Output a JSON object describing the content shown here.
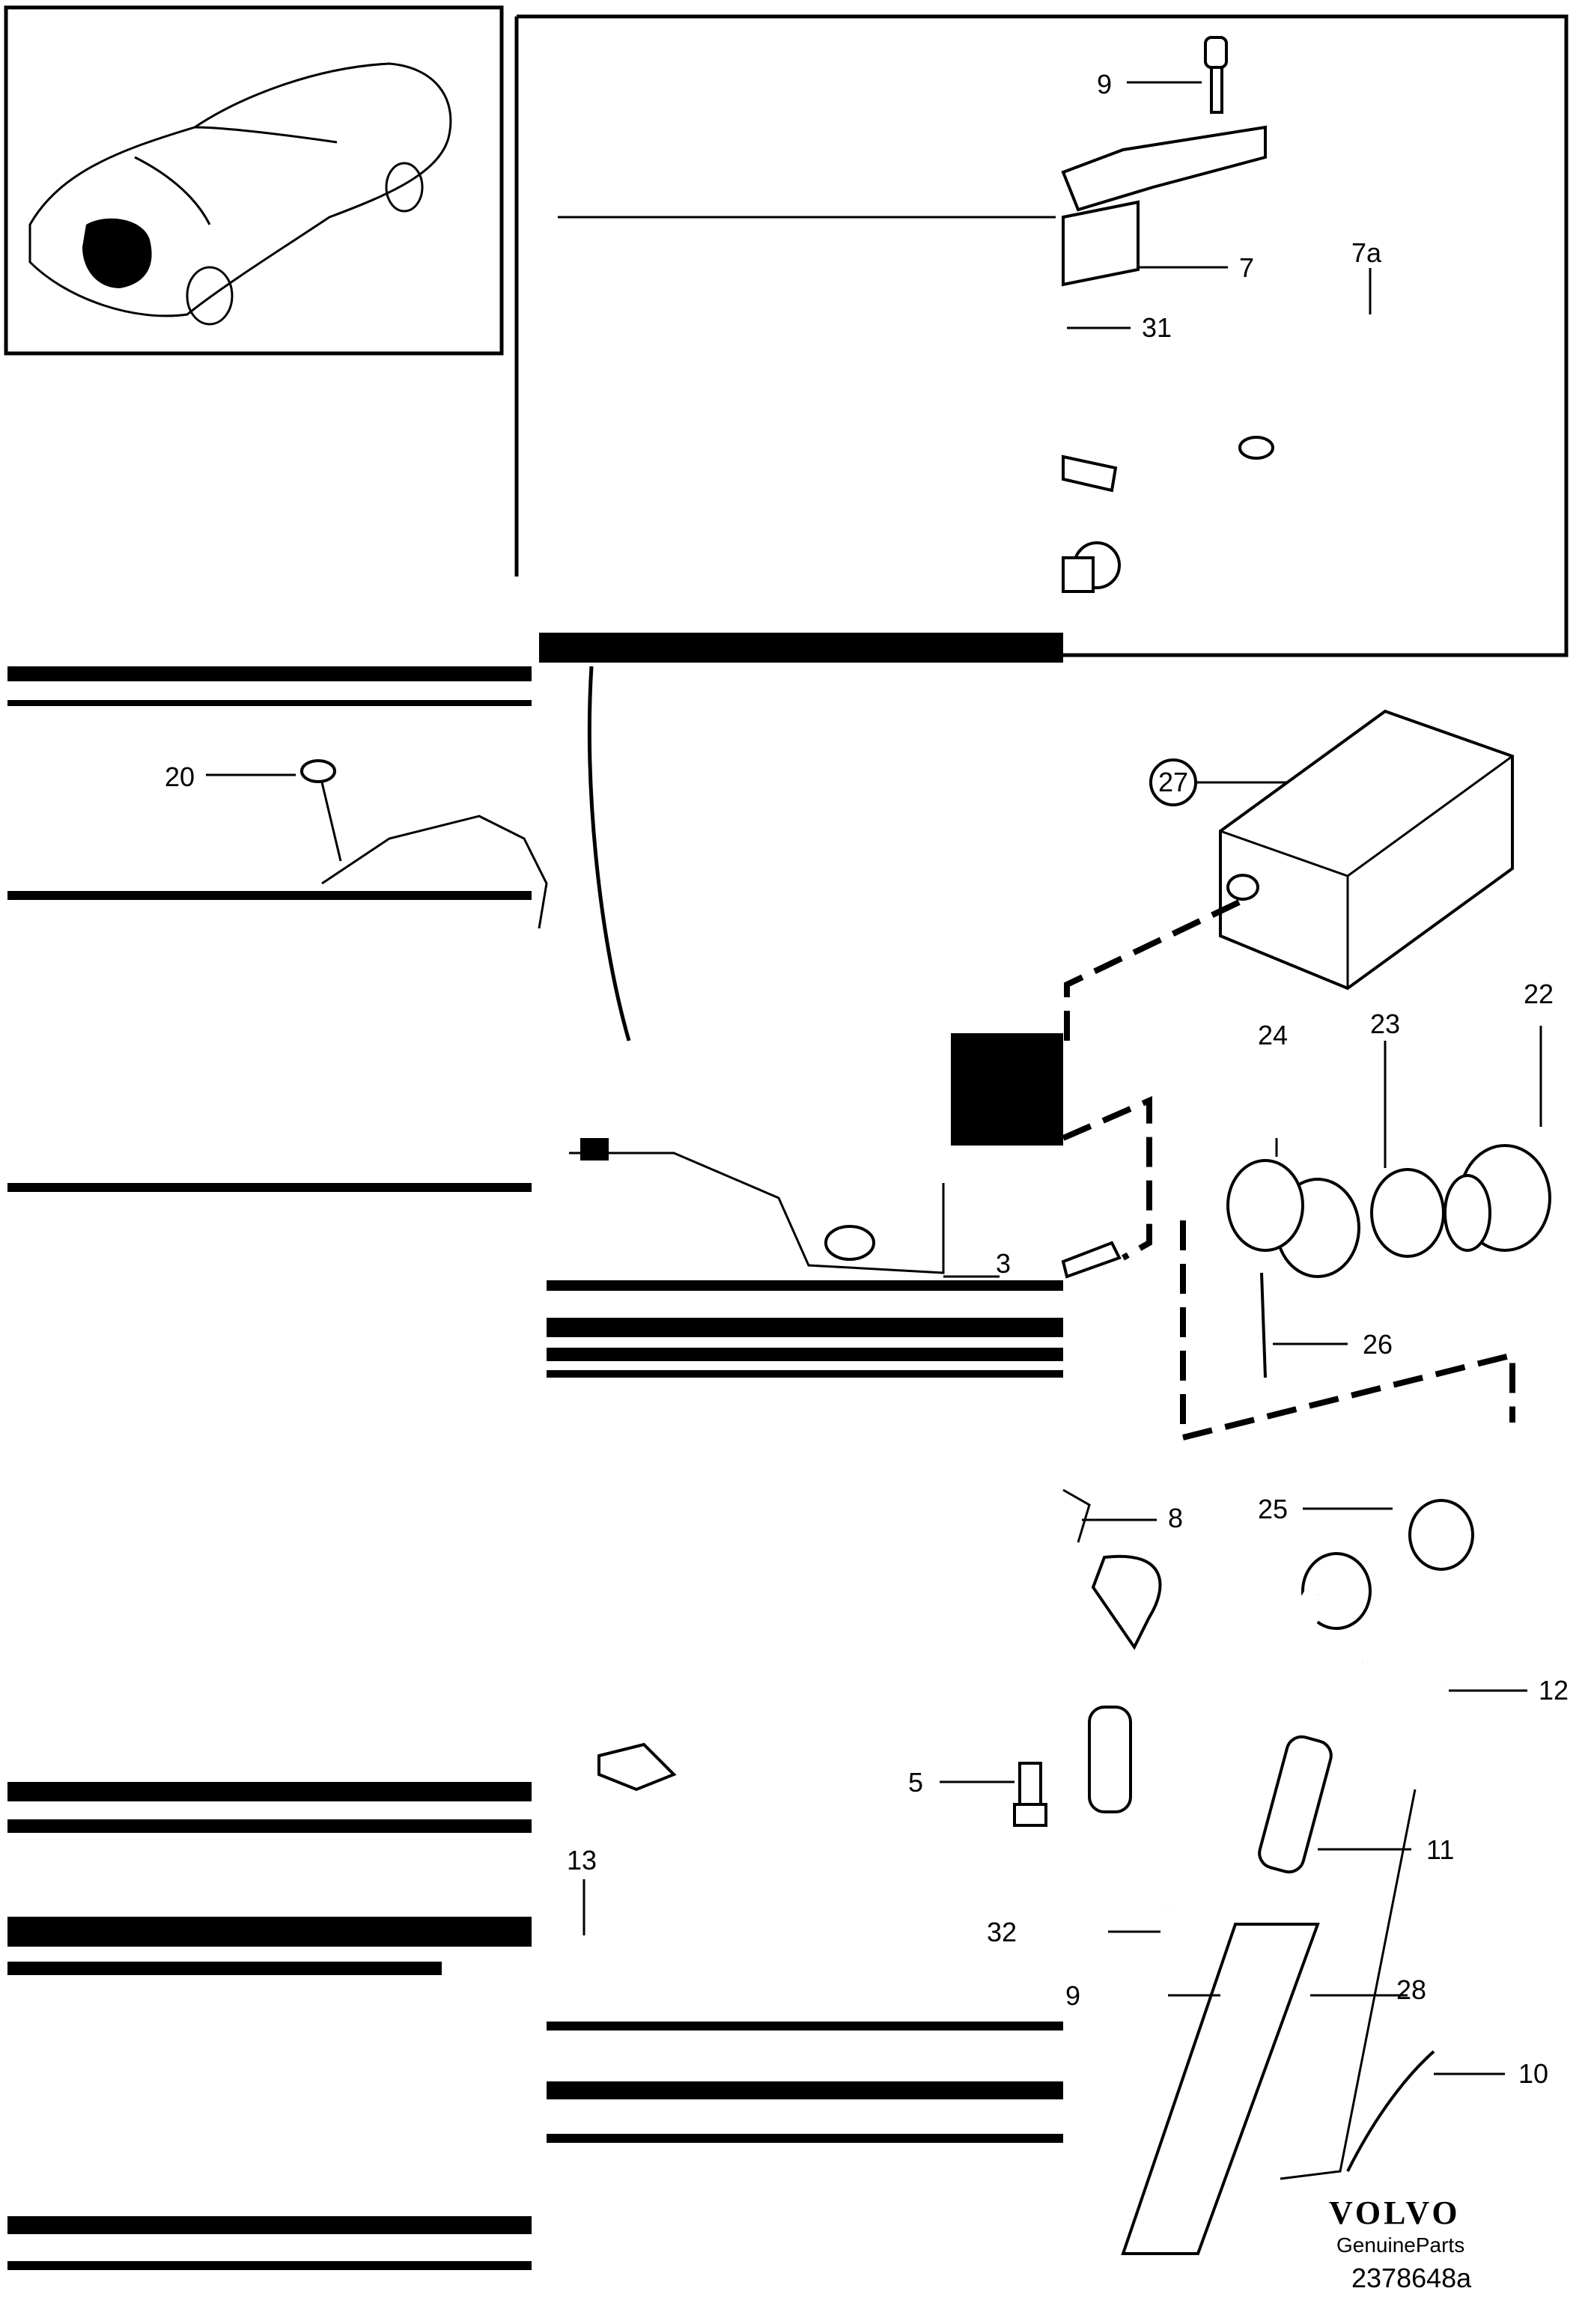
{
  "diagram": {
    "brand": "VOLVO",
    "brand_sub": "GenuineParts",
    "part_number": "2378648a",
    "callouts": [
      {
        "id": "c-9-top",
        "label": "9"
      },
      {
        "id": "c-7",
        "label": "7"
      },
      {
        "id": "c-7a",
        "label": "7a"
      },
      {
        "id": "c-31",
        "label": "31"
      },
      {
        "id": "c-20",
        "label": "20"
      },
      {
        "id": "c-27",
        "label": "27"
      },
      {
        "id": "c-24",
        "label": "24"
      },
      {
        "id": "c-23",
        "label": "23"
      },
      {
        "id": "c-22",
        "label": "22"
      },
      {
        "id": "c-3",
        "label": "3"
      },
      {
        "id": "c-26",
        "label": "26"
      },
      {
        "id": "c-8",
        "label": "8"
      },
      {
        "id": "c-25",
        "label": "25"
      },
      {
        "id": "c-12",
        "label": "12"
      },
      {
        "id": "c-5",
        "label": "5"
      },
      {
        "id": "c-11",
        "label": "11"
      },
      {
        "id": "c-13",
        "label": "13"
      },
      {
        "id": "c-32",
        "label": "32"
      },
      {
        "id": "c-9-bottom",
        "label": "9"
      },
      {
        "id": "c-28",
        "label": "28"
      },
      {
        "id": "c-10",
        "label": "10"
      }
    ]
  }
}
